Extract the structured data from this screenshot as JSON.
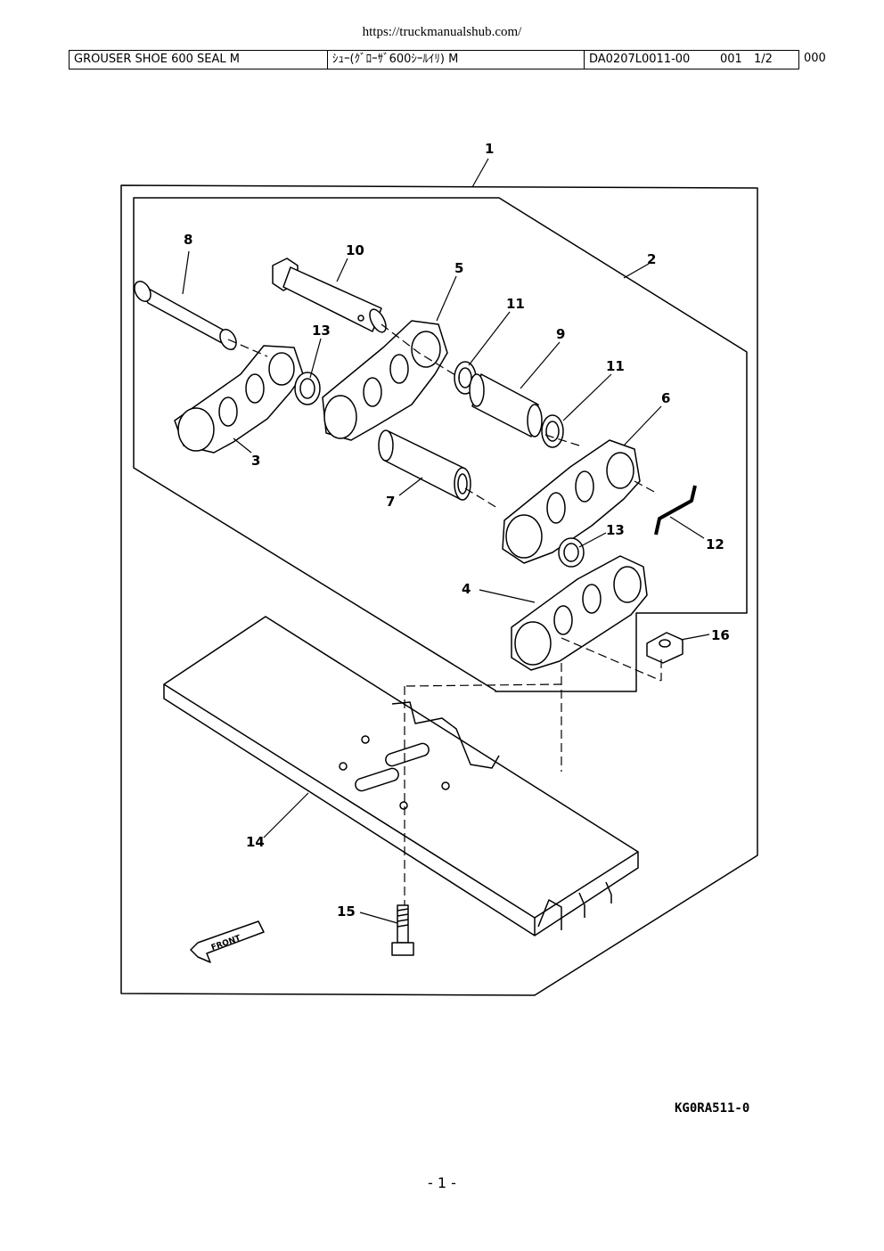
{
  "source_url": "https://truckmanualshub.com/",
  "header": {
    "part_name_en": "GROUSER SHOE 600 SEAL M",
    "part_name_jp": "ｼｭｰ(ｸﾞﾛｰｻﾞ600ｼｰﾙｲﾘ) M",
    "part_code": "DA0207L0011-00",
    "seq": "001",
    "page_fraction": "1/2",
    "rev": "000"
  },
  "callouts": {
    "c1": "1",
    "c2": "2",
    "c3": "3",
    "c4": "4",
    "c5": "5",
    "c6": "6",
    "c7": "7",
    "c8": "8",
    "c9": "9",
    "c10": "10",
    "c11a": "11",
    "c11b": "11",
    "c12": "12",
    "c13a": "13",
    "c13b": "13",
    "c14": "14",
    "c15": "15",
    "c16": "16"
  },
  "front_arrow_label": "FRONT",
  "figure_code": "KG0RA511-0",
  "page_number": "- 1 -"
}
